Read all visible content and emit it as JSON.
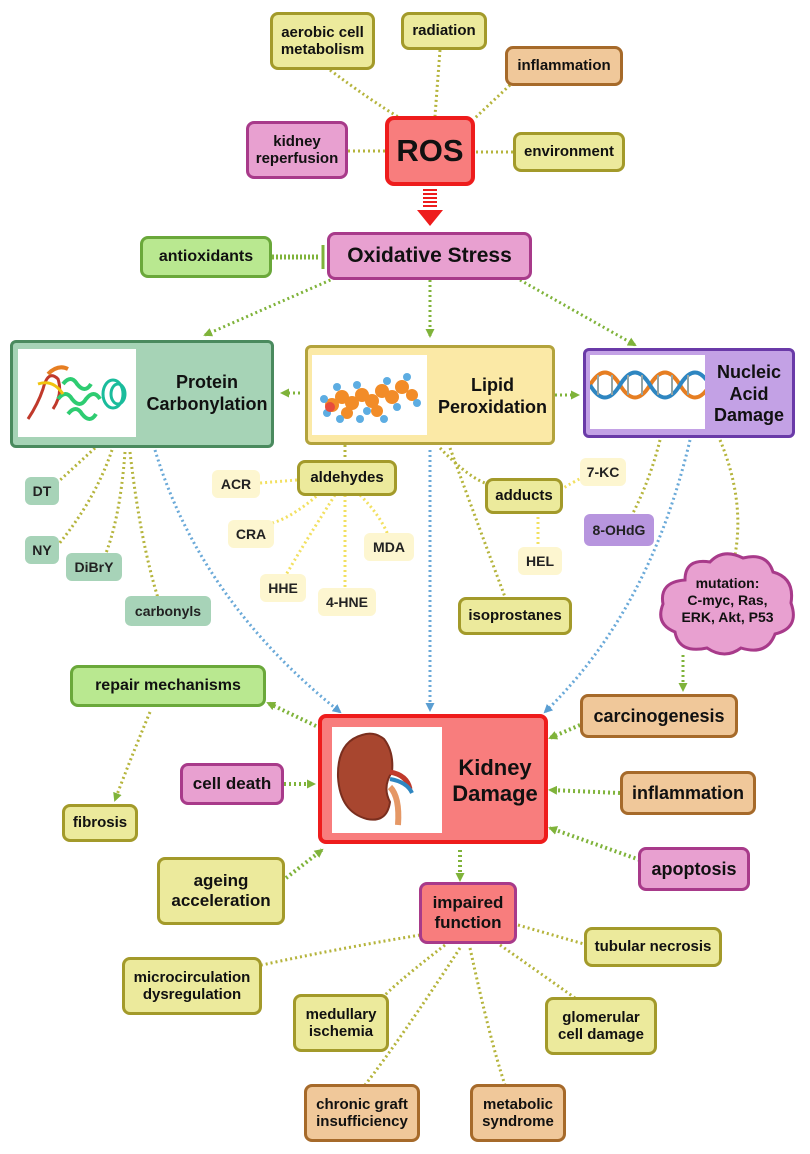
{
  "nodes": {
    "ros": "ROS",
    "aerobic": "aerobic cell metabolism",
    "radiation": "radiation",
    "inflammation_top": "inflammation",
    "kidney_reperfusion": "kidney reperfusion",
    "environment": "environment",
    "oxidative_stress": "Oxidative Stress",
    "antioxidants": "antioxidants",
    "protein_carbonylation": "Protein Carbonylation",
    "lipid_peroxidation": "Lipid Peroxidation",
    "nucleic_acid_damage": "Nucleic Acid Damage",
    "dt": "DT",
    "ny": "NY",
    "dibry": "DiBrY",
    "carbonyls": "carbonyls",
    "acr": "ACR",
    "aldehydes": "aldehydes",
    "cra": "CRA",
    "mda": "MDA",
    "hhe": "HHE",
    "hne": "4-HNE",
    "adducts": "adducts",
    "kc": "7-KC",
    "hel": "HEL",
    "isoprostanes": "isoprostanes",
    "ohdg": "8-OHdG",
    "mutation_title": "mutation:",
    "mutation_genes_1": "C-myc, Ras,",
    "mutation_genes_2": "ERK, Akt, P53",
    "repair": "repair mechanisms",
    "fibrosis": "fibrosis",
    "cell_death": "cell death",
    "kidney_damage": "Kidney Damage",
    "carcinogenesis": "carcinogenesis",
    "inflammation_right": "inflammation",
    "apoptosis": "apoptosis",
    "ageing": "ageing acceleration",
    "impaired": "impaired function",
    "tubular": "tubular necrosis",
    "microcirculation": "microcirculation dysregulation",
    "medullary": "medullary ischemia",
    "glomerular": "glomerular cell damage",
    "chronic_graft": "chronic graft insufficiency",
    "metabolic": "metabolic syndrome"
  },
  "colors": {
    "red_fill": "#f87d7d",
    "red_border": "#ee1c1c",
    "olive_line": "#b5b43c",
    "green_arrow": "#7fb33a",
    "blue_dotted": "#6aa9d8"
  }
}
